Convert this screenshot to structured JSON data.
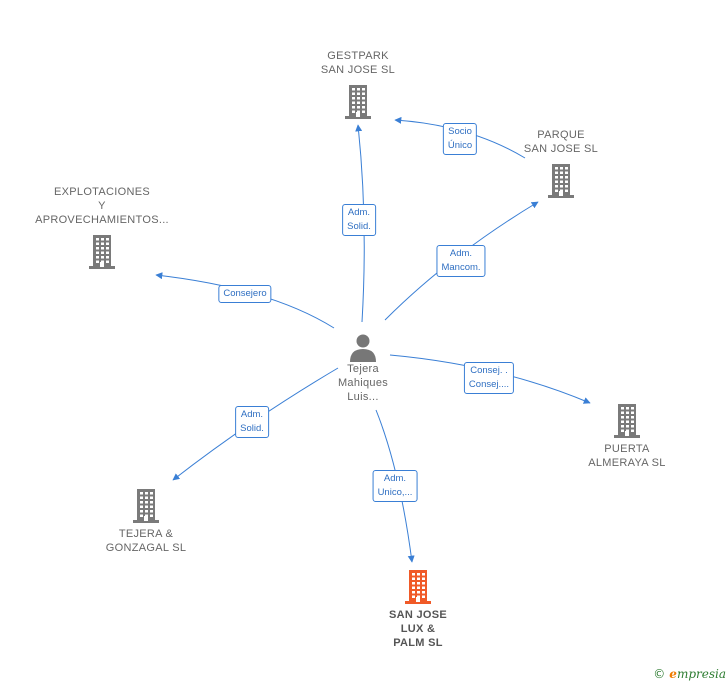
{
  "colors": {
    "edge": "#3a7fd5",
    "building": "#7a7a7a",
    "building_highlight": "#f05a28",
    "person": "#777777"
  },
  "center": {
    "name": [
      "Tejera",
      "Mahiques",
      "Luis..."
    ],
    "icon": "person-icon"
  },
  "companies": [
    {
      "id": "gestpark",
      "name": [
        "GESTPARK",
        "SAN JOSE  SL"
      ],
      "icon": "building-icon"
    },
    {
      "id": "parque",
      "name": [
        "PARQUE",
        "SAN JOSE SL"
      ],
      "icon": "building-icon"
    },
    {
      "id": "explotaciones",
      "name": [
        "EXPLOTACIONES",
        "Y",
        "APROVECHAMIENTOS..."
      ],
      "icon": "building-icon"
    },
    {
      "id": "puerta",
      "name": [
        "PUERTA",
        "ALMERAYA SL"
      ],
      "icon": "building-icon"
    },
    {
      "id": "tejera",
      "name": [
        "TEJERA &",
        "GONZAGAL  SL"
      ],
      "icon": "building-icon"
    },
    {
      "id": "sanjose",
      "name": [
        "SAN JOSE",
        "LUX &",
        "PALM  SL"
      ],
      "icon": "building-icon",
      "highlight": true
    }
  ],
  "edges": [
    {
      "id": "e-gestpark",
      "label": [
        "Adm.",
        "Solid."
      ]
    },
    {
      "id": "e-parque-gestpark",
      "label": [
        "Socio",
        "Único"
      ]
    },
    {
      "id": "e-parque",
      "label": [
        "Adm.",
        "Mancom."
      ]
    },
    {
      "id": "e-explotaciones",
      "label": [
        "Consejero"
      ]
    },
    {
      "id": "e-puerta",
      "label": [
        "Consej. .",
        "Consej...."
      ]
    },
    {
      "id": "e-tejera",
      "label": [
        "Adm.",
        "Solid."
      ]
    },
    {
      "id": "e-sanjose",
      "label": [
        "Adm.",
        "Unico,..."
      ]
    }
  ],
  "footer": {
    "copyright": "©",
    "brand_initial": "e",
    "brand_rest": "mpresia"
  }
}
